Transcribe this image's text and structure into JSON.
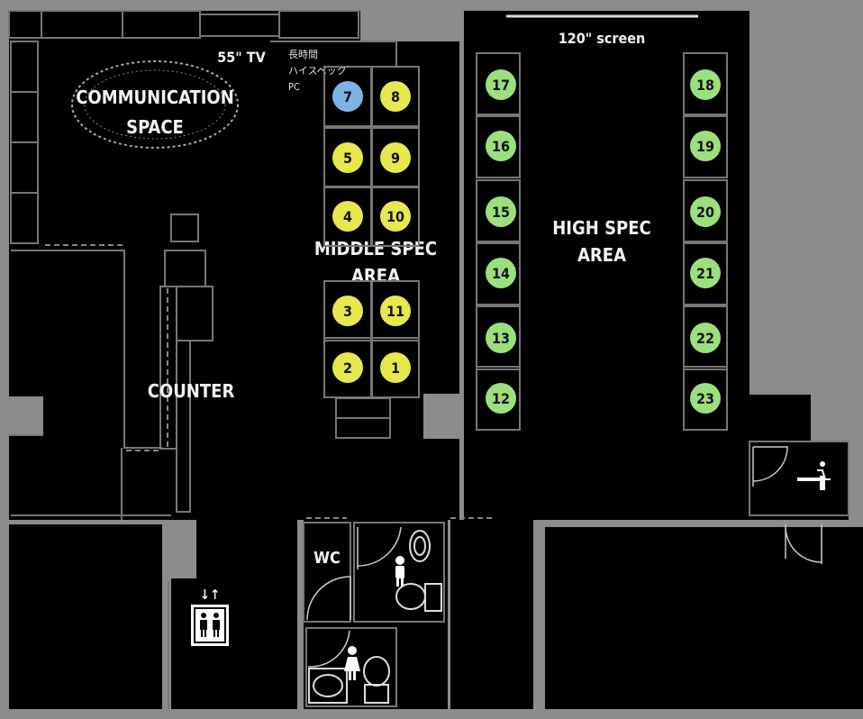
{
  "labels": {
    "communication_space": [
      "COMMUNICATION",
      "SPACE"
    ],
    "tv": "55\" TV",
    "screen": "120\" screen",
    "pc_note": [
      "長時間",
      "ハイスペック",
      "PC"
    ],
    "middle_spec": [
      "MIDDLE SPEC",
      "AREA"
    ],
    "high_spec": [
      "HIGH SPEC",
      "AREA"
    ],
    "counter": "COUNTER",
    "wc": "WC",
    "elevator_arrows": "↓↑"
  },
  "seats": {
    "middle": [
      {
        "id": "7",
        "type": "long-stay-pc"
      },
      {
        "id": "8",
        "type": "middle"
      },
      {
        "id": "5",
        "type": "middle"
      },
      {
        "id": "9",
        "type": "middle"
      },
      {
        "id": "4",
        "type": "middle"
      },
      {
        "id": "10",
        "type": "middle"
      },
      {
        "id": "3",
        "type": "middle"
      },
      {
        "id": "11",
        "type": "middle"
      },
      {
        "id": "2",
        "type": "middle"
      },
      {
        "id": "1",
        "type": "middle"
      }
    ],
    "high_left": [
      "17",
      "16",
      "15",
      "14",
      "13",
      "12"
    ],
    "high_right": [
      "18",
      "19",
      "20",
      "21",
      "22",
      "23"
    ]
  },
  "colors": {
    "background": "#8c8c8c",
    "floor": "#000000",
    "middle": "#e6e84e",
    "long_stay_pc": "#7fb3e6",
    "high": "#9be07c",
    "text": "#f2f2f2"
  }
}
